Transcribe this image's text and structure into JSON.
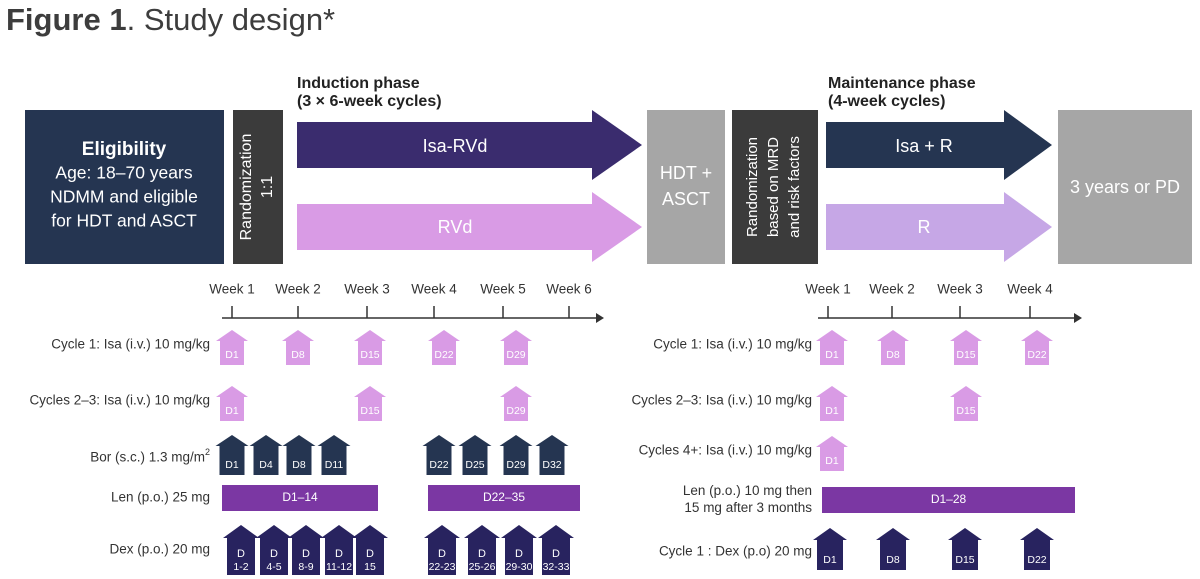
{
  "figure": {
    "label": "Figure 1",
    "title": ". Study design*"
  },
  "eligibility": {
    "heading": "Eligibility",
    "lines": [
      "Age: 18–70 years",
      "NDMM and eligible",
      "for HDT and ASCT"
    ]
  },
  "randomization1": {
    "lines": [
      "Randomization",
      "1:1"
    ]
  },
  "induction": {
    "header": [
      "Induction phase",
      "(3 × 6-week cycles)"
    ],
    "arms": [
      "Isa-RVd",
      "RVd"
    ]
  },
  "hdt_asct": {
    "lines": [
      "HDT +",
      "ASCT"
    ]
  },
  "randomization2": {
    "lines": [
      "Randomization",
      "based on MRD",
      "and risk factors"
    ]
  },
  "maintenance": {
    "header": [
      "Maintenance phase",
      "(4-week cycles)"
    ],
    "arms": [
      "Isa + R",
      "R"
    ]
  },
  "outcome": {
    "label": "3 years or PD"
  },
  "induction_schedule": {
    "weeks": [
      "Week 1",
      "Week 2",
      "Week 3",
      "Week 4",
      "Week 5",
      "Week 6"
    ],
    "rows": [
      {
        "label": "Cycle 1: Isa (i.v.) 10 mg/kg",
        "kind": "isa",
        "doses": [
          "D1",
          "D8",
          "D15",
          "D22",
          "D29"
        ]
      },
      {
        "label": "Cycles 2–3: Isa (i.v.) 10 mg/kg",
        "kind": "isa",
        "doses": [
          "D1",
          "D15",
          "D29"
        ]
      },
      {
        "label": "Bor (s.c.) 1.3 mg/m",
        "label_sup": "2",
        "kind": "bor",
        "doses": [
          "D1",
          "D4",
          "D8",
          "D11",
          "D22",
          "D25",
          "D29",
          "D32"
        ]
      },
      {
        "label": "Len (p.o.) 25 mg",
        "kind": "len",
        "bars": [
          "D1–14",
          "D22–35"
        ]
      },
      {
        "label": "Dex (p.o.) 20 mg",
        "kind": "dex",
        "doses": [
          [
            "D",
            "1-2"
          ],
          [
            "D",
            "4-5"
          ],
          [
            "D",
            "8-9"
          ],
          [
            "D",
            "11-12"
          ],
          [
            "D",
            "15"
          ],
          [
            "D",
            "22-23"
          ],
          [
            "D",
            "25-26"
          ],
          [
            "D",
            "29-30"
          ],
          [
            "D",
            "32-33"
          ]
        ]
      }
    ]
  },
  "maintenance_schedule": {
    "weeks": [
      "Week 1",
      "Week 2",
      "Week 3",
      "Week 4"
    ],
    "rows": [
      {
        "label": "Cycle 1: Isa (i.v.) 10 mg/kg",
        "kind": "isa",
        "doses": [
          "D1",
          "D8",
          "D15",
          "D22"
        ]
      },
      {
        "label": "Cycles 2–3: Isa (i.v.) 10 mg/kg",
        "kind": "isa",
        "doses": [
          "D1",
          "D15"
        ]
      },
      {
        "label": "Cycles 4+: Isa (i.v.) 10 mg/kg",
        "kind": "isa",
        "doses": [
          "D1"
        ]
      },
      {
        "label_lines": [
          "Len (p.o.) 10 mg then",
          "15 mg after 3 months"
        ],
        "kind": "len",
        "bars": [
          "D1–28"
        ]
      },
      {
        "label": "Cycle 1 : Dex (p.o) 20 mg",
        "kind": "dex",
        "doses": [
          "D1",
          "D8",
          "D15",
          "D22"
        ]
      }
    ]
  },
  "colors": {
    "navy": "#253551",
    "isa_rvd_arrow": "#3a2c6e",
    "rvd_arrow": "#d99be5",
    "r_arrow": "#c6a7e6",
    "gray_box": "#a6a6a6",
    "rand_box": "#3b3b3b",
    "isa_dose": "#d99be5",
    "bor_dose": "#253551",
    "dex_dose": "#28235f",
    "len_bar": "#7b37a3"
  }
}
